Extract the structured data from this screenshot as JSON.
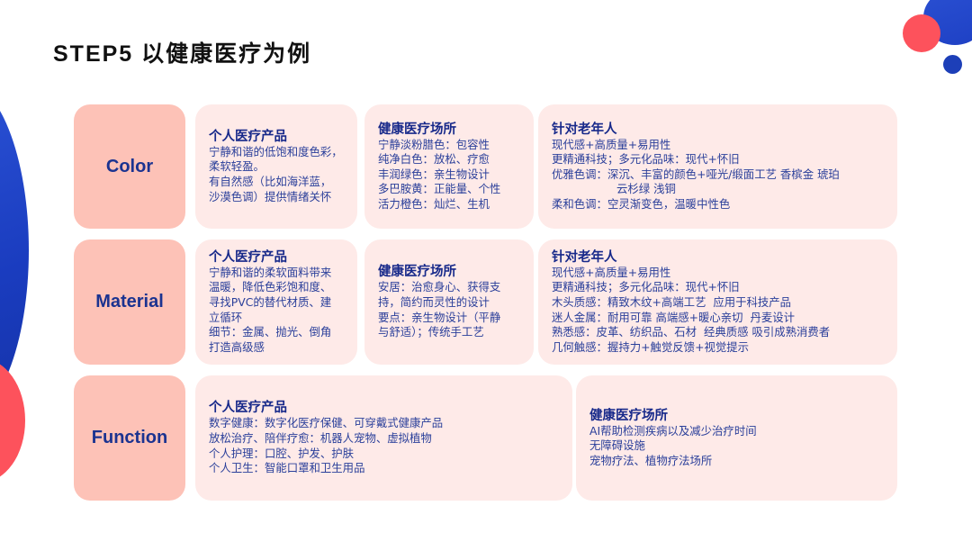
{
  "page": {
    "title": "STEP5 以健康医疗为例"
  },
  "rows": [
    {
      "label": "Color",
      "cells": [
        {
          "heading": "个人医疗产品",
          "lines": [
            "宁静和谐的低饱和度色彩，",
            "柔软轻盈。",
            "有自然感（比如海洋蓝，",
            "沙漠色调）提供情绪关怀"
          ]
        },
        {
          "heading": "健康医疗场所",
          "lines": [
            "宁静淡粉腊色：包容性",
            "纯净白色：放松、疗愈",
            "丰润绿色：亲生物设计",
            "多巴胺黄：正能量、个性",
            "活力橙色：灿烂、生机"
          ]
        },
        {
          "heading": "针对老年人",
          "lines": [
            "现代感+高质量+易用性",
            "更精通科技；多元化品味：现代+怀旧",
            "优雅色调：深沉、丰富的颜色+哑光/缎面工艺 香槟金 琥珀",
            "云杉绿 浅铜",
            "柔和色调：空灵渐变色，温暖中性色"
          ]
        }
      ]
    },
    {
      "label": "Material",
      "cells": [
        {
          "heading": "个人医疗产品",
          "lines": [
            "宁静和谐的柔软面料带来",
            "温暖，降低色彩饱和度、",
            "寻找PVC的替代材质、建",
            "立循环",
            "细节：金属、抛光、倒角",
            "打造高级感"
          ]
        },
        {
          "heading": "健康医疗场所",
          "lines": [
            "安居：治愈身心、获得支",
            "持，简约而灵性的设计",
            "要点：亲生物设计（平静",
            "与舒适）；传统手工艺"
          ]
        },
        {
          "heading": "针对老年人",
          "lines": [
            "现代感+高质量+易用性",
            "更精通科技；多元化品味：现代+怀旧",
            "木头质感：精致木纹+高端工艺  应用于科技产品",
            "迷人金属：耐用可靠 高端感+暖心亲切  丹麦设计",
            "熟悉感：皮革、纺织品、石材  经典质感 吸引成熟消费者",
            "几何触感：握持力+触觉反馈+视觉提示"
          ]
        }
      ]
    },
    {
      "label": "Function",
      "cells": [
        {
          "heading": "个人医疗产品",
          "lines": [
            "数字健康：数字化医疗保健、可穿戴式健康产品",
            "放松治疗、陪伴疗愈：机器人宠物、虚拟植物",
            "个人护理：口腔、护发、护肤",
            "个人卫生：智能口罩和卫生用品"
          ]
        },
        {
          "heading": "健康医疗场所",
          "lines": [
            "AI帮助检测疾病以及减少治疗时间",
            "无障碍设施",
            "宠物疗法、植物疗法场所"
          ]
        }
      ]
    }
  ],
  "colors": {
    "label_bg": "#fdc2b7",
    "cell_bg": "#feeae8",
    "text_navy": "#1b3390",
    "accent_blue": "#1e40c4",
    "accent_red": "#fd525c"
  }
}
